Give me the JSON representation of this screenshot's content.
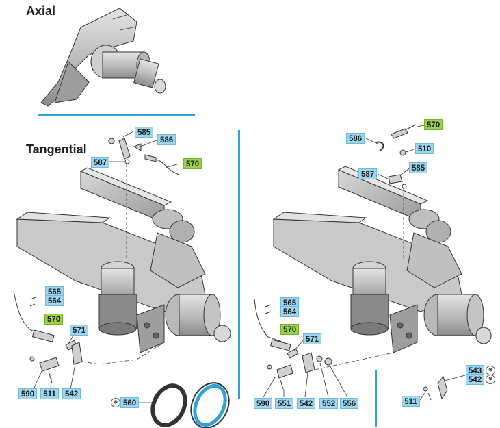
{
  "headings": {
    "axial": "Axial",
    "tangential": "Tangential"
  },
  "colors": {
    "divider": "#2ea3d8",
    "tag": "#9fd6ef",
    "tag_highlight": "#9bd14a"
  },
  "left_labels": {
    "p585": "585",
    "p586": "586",
    "p587": "587",
    "p570_top": "570",
    "p565": "565",
    "p564": "564",
    "p570_sensor": "570",
    "p571": "571",
    "p590": "590",
    "p511": "511",
    "p542": "542",
    "p560": "560"
  },
  "right_labels": {
    "p570_top": "570",
    "p586": "586",
    "p510": "510",
    "p585": "585",
    "p587": "587",
    "p565": "565",
    "p564": "564",
    "p570_sensor": "570",
    "p571": "571",
    "p590": "590",
    "p551": "551",
    "p542": "542",
    "p552": "552",
    "p556": "556",
    "p543": "543",
    "p542b": "542",
    "p511": "511"
  },
  "marks": {
    "a": "⊛"
  }
}
